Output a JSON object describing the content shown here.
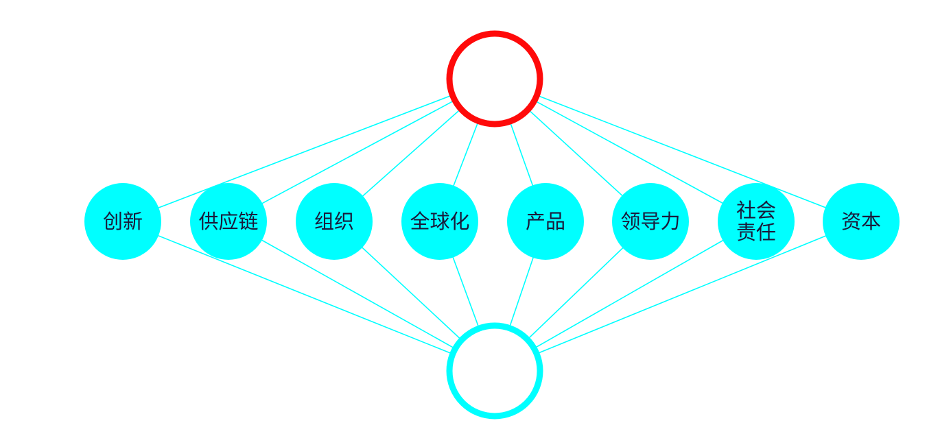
{
  "diagram": {
    "top_hub": {
      "label": "",
      "stroke_color": "#ff0a0a",
      "fill_color": "#ffffff"
    },
    "bottom_hub": {
      "label": "",
      "stroke_color": "#00ffff",
      "fill_color": "#ffffff"
    },
    "connector_color": "#00ffff",
    "node_fill_color": "#00ffff",
    "node_text_color": "#1a1a3a",
    "nodes": [
      {
        "lines": [
          "创新"
        ]
      },
      {
        "lines": [
          "供应链"
        ]
      },
      {
        "lines": [
          "组织"
        ]
      },
      {
        "lines": [
          "全球化"
        ]
      },
      {
        "lines": [
          "产品"
        ]
      },
      {
        "lines": [
          "领导力"
        ]
      },
      {
        "lines": [
          "社会",
          "责任"
        ]
      },
      {
        "lines": [
          "资本"
        ]
      }
    ]
  }
}
